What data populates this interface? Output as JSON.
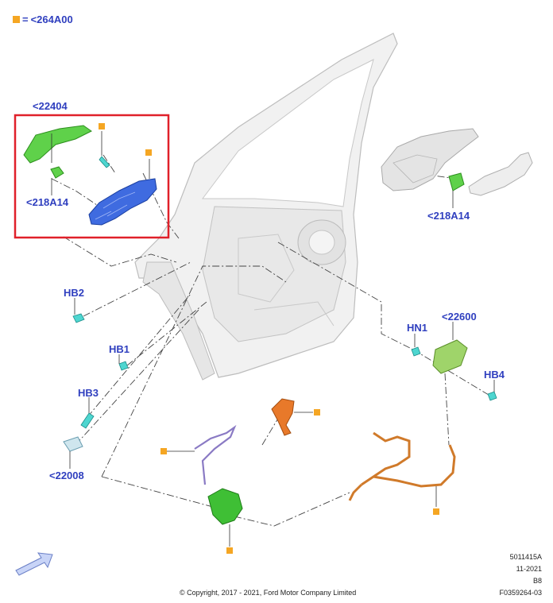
{
  "legend": {
    "equals": "=",
    "code": "<264A00",
    "marker_color": "#f5a623"
  },
  "callouts": {
    "c22404": "<22404",
    "c218A14_left": "<218A14",
    "c218A14_right": "<218A14",
    "cHB2": "HB2",
    "cHB1": "HB1",
    "cHB3": "HB3",
    "c22008": "<22008",
    "cHN1": "HN1",
    "c22600": "<22600",
    "cHB4": "HB4"
  },
  "highlight_box_color": "#e0202a",
  "label_color": "#2f3fbf",
  "footer": {
    "copyright": "© Copyright, 2017 - 2021, Ford Motor Company Limited",
    "ref1": "5011415A",
    "ref2": "11-2021",
    "ref3": "B8",
    "ref4": "F0359264-03"
  },
  "icons": [
    "orientation-arrow-icon"
  ]
}
